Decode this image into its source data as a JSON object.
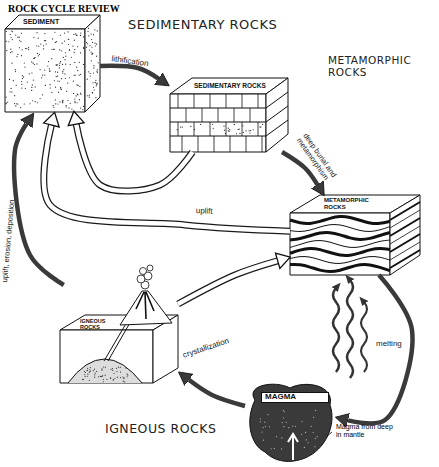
{
  "diagram": {
    "title": "ROCK CYCLE REVIEW",
    "nodes": [
      {
        "text": [
          "SEDIMENT"
        ]
      },
      {
        "text": [
          "SEDIMENTARY ROCKS",
          "SEDIMENTARY ROCKS"
        ]
      },
      {
        "text": [
          "METAMORPHIC ROCKS",
          "METAMORPHIC ROCKS"
        ]
      },
      {
        "text": [
          "IGNEOUS ROCKS",
          "IGNEOUS ROCKS"
        ]
      },
      {
        "text": [
          "MAGMA"
        ]
      }
    ],
    "edges": [
      {
        "from": 0,
        "to": 1,
        "label": "lithification",
        "arrow": "to"
      },
      {
        "from": 1,
        "to": 2,
        "label": "deep burial and metamorphism",
        "arrow": "to"
      },
      {
        "from": 2,
        "to": 4,
        "label": "melting",
        "arrow": "to"
      },
      {
        "from": 4,
        "to": 3,
        "label": "crystallization",
        "arrow": "to"
      },
      {
        "from": 3,
        "to": 0,
        "label": "uplift, erosion, deposition",
        "arrow": "to"
      },
      {
        "from": 2,
        "to": 0,
        "label": "uplift",
        "arrow": "to"
      },
      {
        "from": 1,
        "to": 0,
        "arrow": "to"
      },
      {
        "from": 3,
        "to": 2,
        "arrow": "to"
      }
    ],
    "labels": [
      "Magma from deep in mantle"
    ]
  }
}
